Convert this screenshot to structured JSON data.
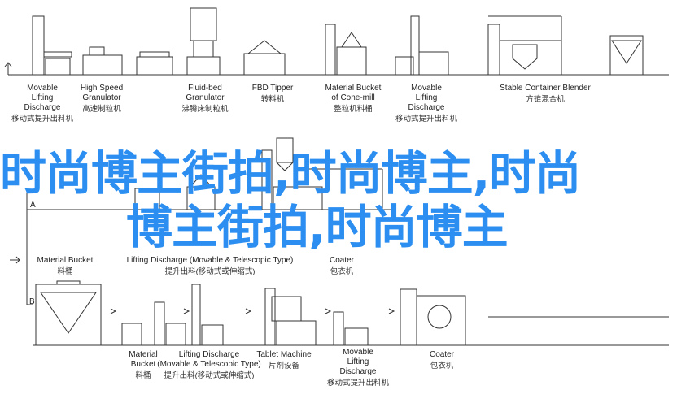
{
  "top_row": [
    {
      "en": [
        "Movable",
        "Lifting",
        "Discharge"
      ],
      "cn": "移动式提升出料机"
    },
    {
      "en": [
        "High Speed",
        "Granulator"
      ],
      "cn": "高速制粒机"
    },
    {
      "en": [
        "Fluid-bed",
        "Granulator"
      ],
      "cn": "沸腾床制粒机"
    },
    {
      "en": [
        "FBD Tipper"
      ],
      "cn": "转料机"
    },
    {
      "en": [
        "Material Bucket",
        "of Cone-mill"
      ],
      "cn": "整粒机料桶"
    },
    {
      "en": [
        "Movable",
        "Lifting",
        "Discharge"
      ],
      "cn": "移动式提升出料机"
    },
    {
      "en": [
        "Stable Container Blender"
      ],
      "cn": "方锥混合机"
    }
  ],
  "middle_row": [
    {
      "en": [
        "Material",
        "Bucket"
      ],
      "cn": "料桶"
    },
    {
      "en": [
        "Lifting Discharge",
        "(Movable & Telescopic Type)"
      ],
      "cn": "提升出料(移动式或伸缩式)"
    },
    {
      "en": [
        "Coater"
      ],
      "cn": "包衣机"
    }
  ],
  "bottom_row": [
    {
      "en": [
        "Material",
        "Bucket"
      ],
      "cn": "料桶"
    },
    {
      "en": [
        "Lifting Discharge",
        "(Movable & Telescopic Type)"
      ],
      "cn": "提升出料(移动式或伸缩式)"
    },
    {
      "en": [
        "Tablet Machine"
      ],
      "cn": "片剂设备"
    },
    {
      "en": [
        "Movable",
        "Lifting",
        "Discharge"
      ],
      "cn": "移动式提升出料机"
    },
    {
      "en": [
        "Coater"
      ],
      "cn": "包衣机"
    }
  ],
  "markers": {
    "a": "A",
    "b": "B"
  },
  "overlay": {
    "line1": "时尚博主街拍,时尚博主,时尚",
    "line2": "博主街拍,时尚博主",
    "color": "#2b8ef0"
  }
}
